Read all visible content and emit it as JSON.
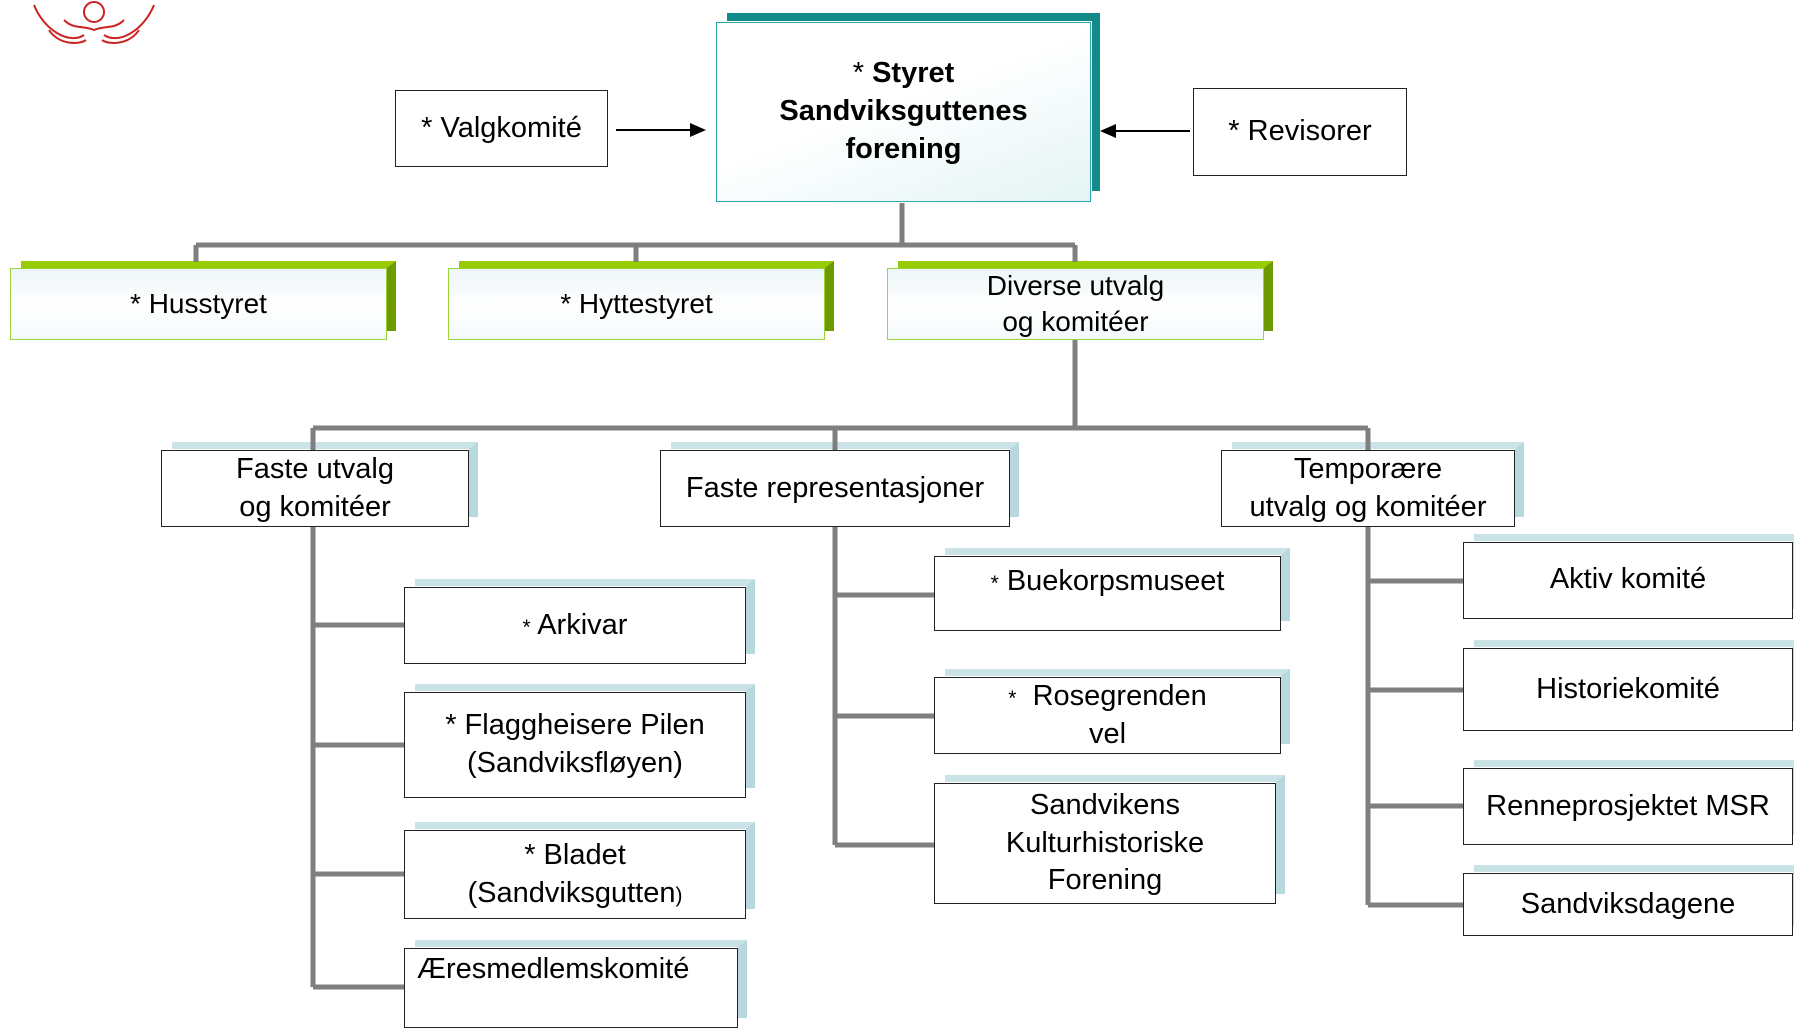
{
  "nodes": {
    "styret": {
      "star": "*",
      "line1": "Styret",
      "line2": "Sandviksguttenes",
      "line3": "forening"
    },
    "valgkomite": "* Valgkomité",
    "revisorer": "* Revisorer",
    "husstyret": "* Husstyret",
    "hyttestyret": "* Hyttestyret",
    "diverse": {
      "line1": "Diverse  utvalg",
      "line2": "og komitéer"
    },
    "faste_utvalg": {
      "line1": "Faste utvalg",
      "line2": "og komitéer"
    },
    "faste_representasjoner": "Faste representasjoner",
    "temporaere": {
      "line1": "Temporære",
      "line2": "utvalg og komitéer"
    },
    "arkivar": {
      "star": "*",
      "text": "Arkivar"
    },
    "flaggheisere": {
      "line1": "* Flaggheisere Pilen",
      "line2": "(Sandviksfløyen)"
    },
    "bladet": {
      "line1": "* Bladet",
      "line2": "(Sandviksgutten",
      "paren": ")"
    },
    "aeresmedlem": "Æresmedlemskomité",
    "buekorpsmuseet": {
      "star": "*",
      "text": "Buekorpsmuseet"
    },
    "rosegrenden": {
      "star": "*",
      "line1": "Rosegrenden",
      "line2": "vel"
    },
    "kulturhistoriske": {
      "line1": "Sandvikens",
      "line2": "Kulturhistoriske",
      "line3": "Forening"
    },
    "aktiv": "Aktiv komité",
    "historie": "Historiekomité",
    "renne": "Renneprosjektet MSR",
    "sandviksdagene": "Sandviksdagene"
  },
  "colors": {
    "connector": "#7f7f7f",
    "teal": "#138a8a",
    "green": "#99cc00",
    "shadow": "#b7d8dc",
    "logo": "#cc2222"
  },
  "icons": {
    "logo": "crest-logo-icon"
  }
}
